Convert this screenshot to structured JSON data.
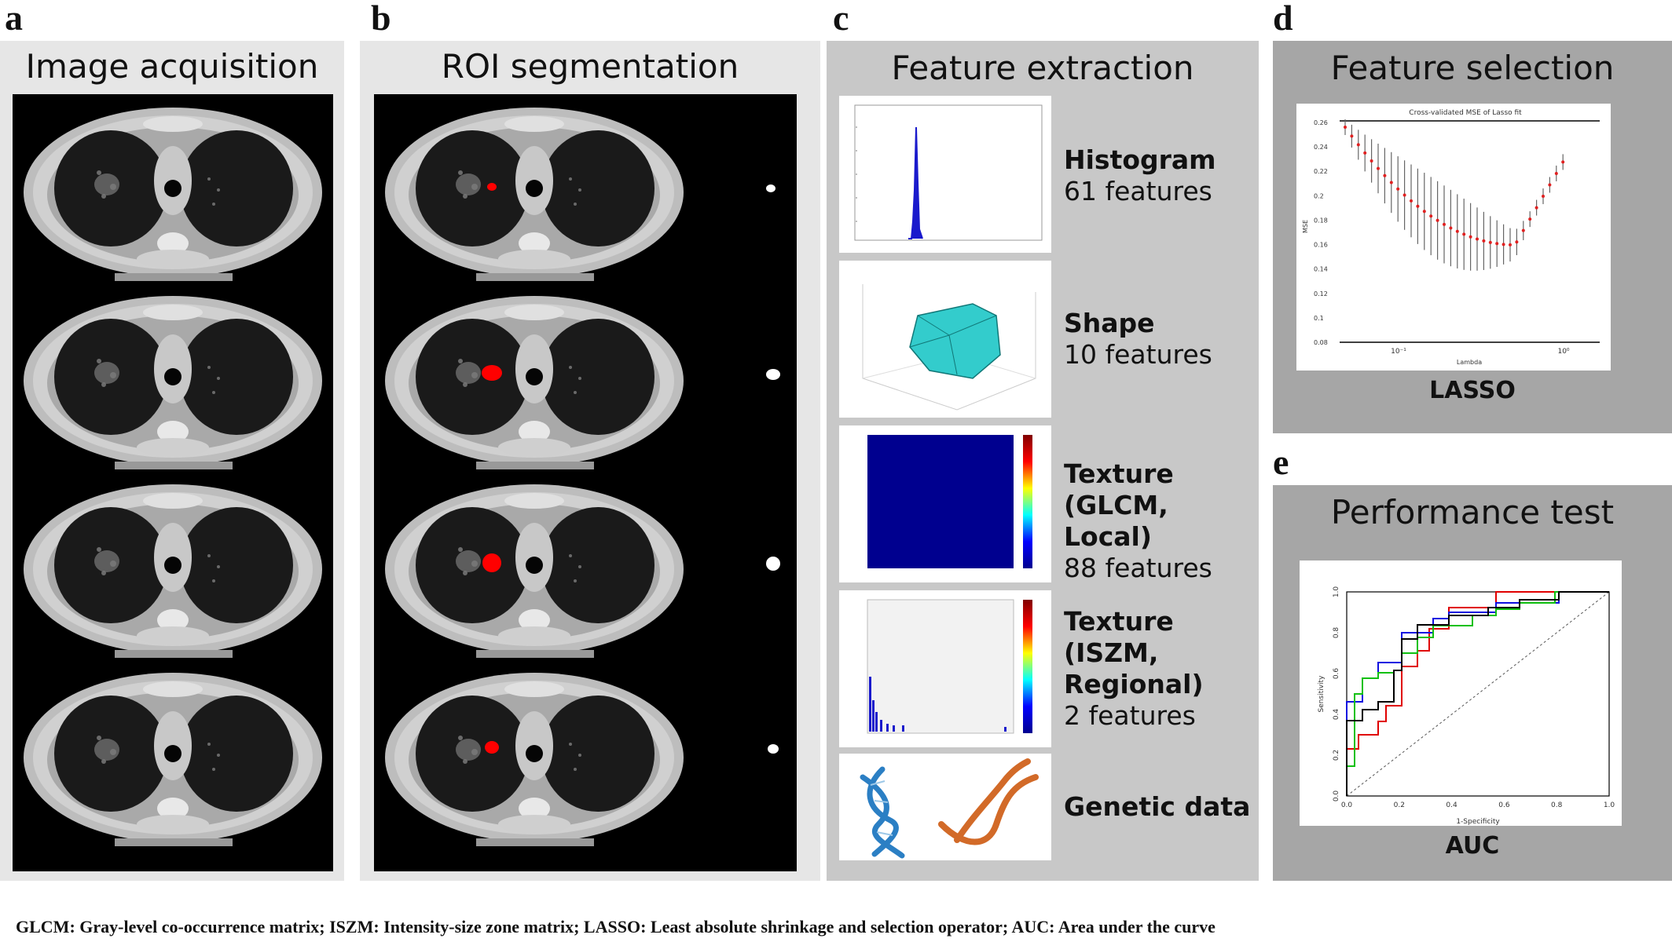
{
  "panels": {
    "a": {
      "label": "a",
      "title": "Image acquisition"
    },
    "b": {
      "label": "b",
      "title": "ROI segmentation"
    },
    "c": {
      "label": "c",
      "title": "Feature extraction",
      "items": [
        {
          "name": "Histogram",
          "count": "61 features"
        },
        {
          "name": "Shape",
          "count": "10 features"
        },
        {
          "name": "Texture",
          "sub": "(GLCM, Local)",
          "count": "88 features"
        },
        {
          "name": "Texture",
          "sub1": "(ISZM,",
          "sub2": "Regional)",
          "count": "2 features"
        },
        {
          "name": "Genetic data"
        }
      ]
    },
    "d": {
      "label": "d",
      "title": "Feature selection",
      "caption": "LASSO",
      "plot_title": "Cross-validated MSE of Lasso fit",
      "ylabel": "MSE",
      "xlabel": "Lambda",
      "yticks": [
        "0.26",
        "0.24",
        "0.22",
        "0.2",
        "0.18",
        "0.16",
        "0.14",
        "0.12",
        "0.1",
        "0.08"
      ],
      "xticks": [
        "10⁻¹",
        "10⁰"
      ]
    },
    "e": {
      "label": "e",
      "title": "Performance test",
      "caption": "AUC",
      "xlabel": "1-Specificity",
      "ylabel": "Sensitivity",
      "ticks": [
        "0.0",
        "0.2",
        "0.4",
        "0.6",
        "0.8",
        "1.0"
      ]
    }
  },
  "footnote": "GLCM: Gray-level co-occurrence matrix; ISZM: Intensity-size zone matrix; LASSO: Least absolute shrinkage and selection operator; AUC: Area under the curve",
  "colors": {
    "panel_light": "#e6e6e6",
    "panel_dark": "#c8c8c8",
    "panel_darker": "#a6a6a6",
    "roi": "#ff0000"
  }
}
